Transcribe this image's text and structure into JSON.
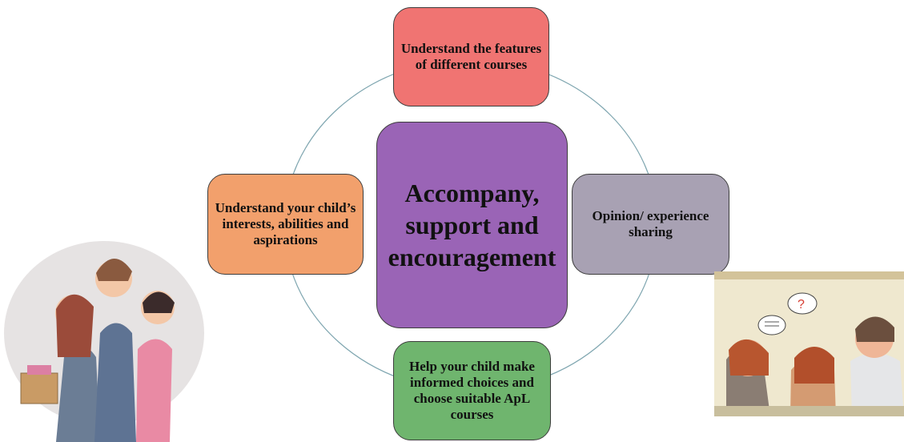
{
  "center": {
    "text": "Accompany, support and encouragement"
  },
  "nodes": {
    "top": "Understand the features of different courses",
    "left": "Understand your child’s interests, abilities and aspirations",
    "right": "Opinion/ experience sharing",
    "bottom": "Help your child make informed choices and choose suitable ApL courses"
  },
  "colors": {
    "center": "#9a64b6",
    "top": "#f07472",
    "left": "#f2a06c",
    "right": "#a8a1b3",
    "bottom": "#6fb56e",
    "ring": "#7fa6b0"
  },
  "images": {
    "family": "family-illustration",
    "talk": "parents-talking-illustration"
  }
}
